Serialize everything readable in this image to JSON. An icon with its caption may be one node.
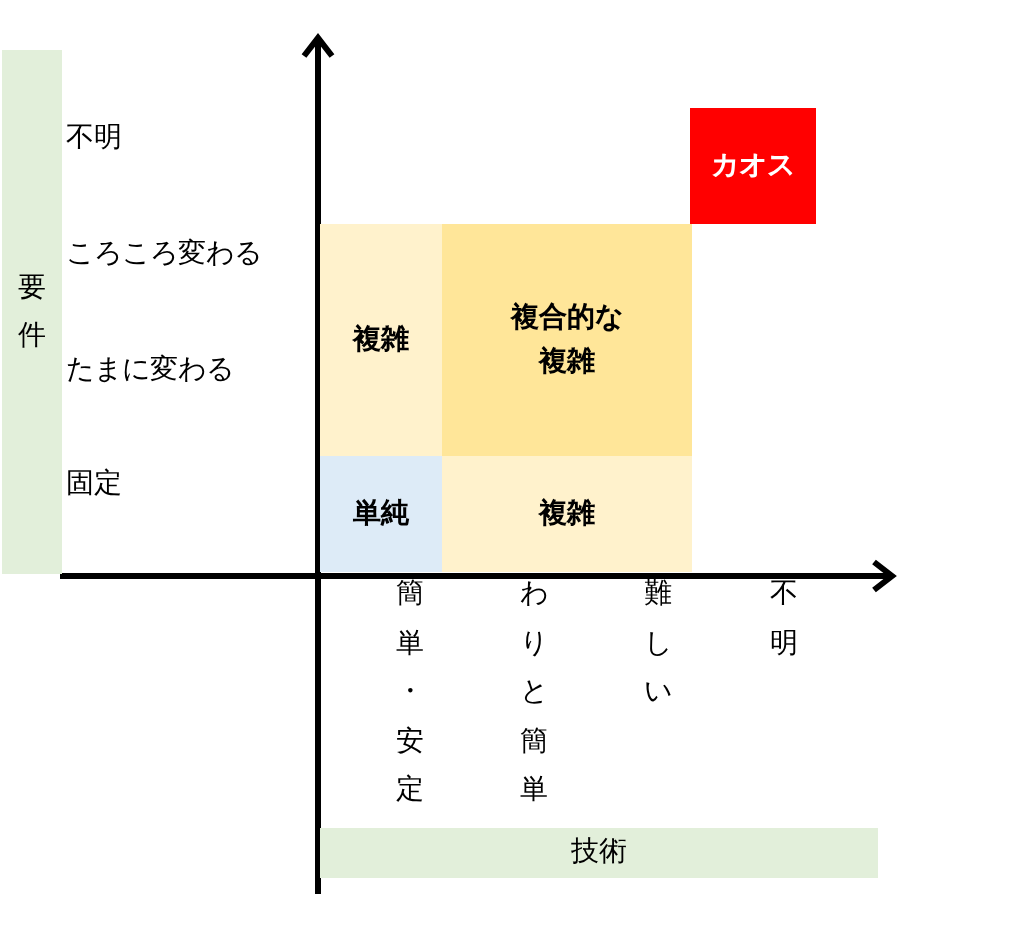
{
  "diagram": {
    "nodes": [
      {
        "text": [
          "要件"
        ]
      },
      {
        "text": [
          "カオス"
        ]
      },
      {
        "text": [
          "複雑"
        ]
      },
      {
        "text": [
          "複合的な複雑"
        ]
      },
      {
        "text": [
          "単純"
        ]
      },
      {
        "text": [
          "複雑"
        ]
      },
      {
        "text": [
          "技術"
        ]
      }
    ],
    "labels": [
      "不明",
      "ころころ変わる",
      "たまに変わる",
      "固定",
      "簡単・安定",
      "わりと簡単",
      "難しい",
      "不明"
    ]
  }
}
